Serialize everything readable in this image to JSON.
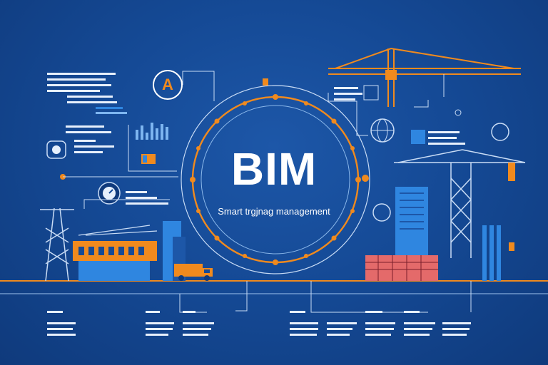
{
  "hero": {
    "title": "BIM",
    "subtitle": "Smart trgjnag management",
    "badge_letter": "A"
  },
  "colors": {
    "background": "#154a96",
    "accent_orange": "#f08a1e",
    "line_white": "#c9dcf5",
    "building_blue": "#2f86e0",
    "text_white": "#ffffff"
  },
  "icons": [
    "crane-icon",
    "pylon-icon",
    "building-icon",
    "truck-icon",
    "globe-icon",
    "brain-icon",
    "gauge-icon",
    "chart-icon"
  ]
}
